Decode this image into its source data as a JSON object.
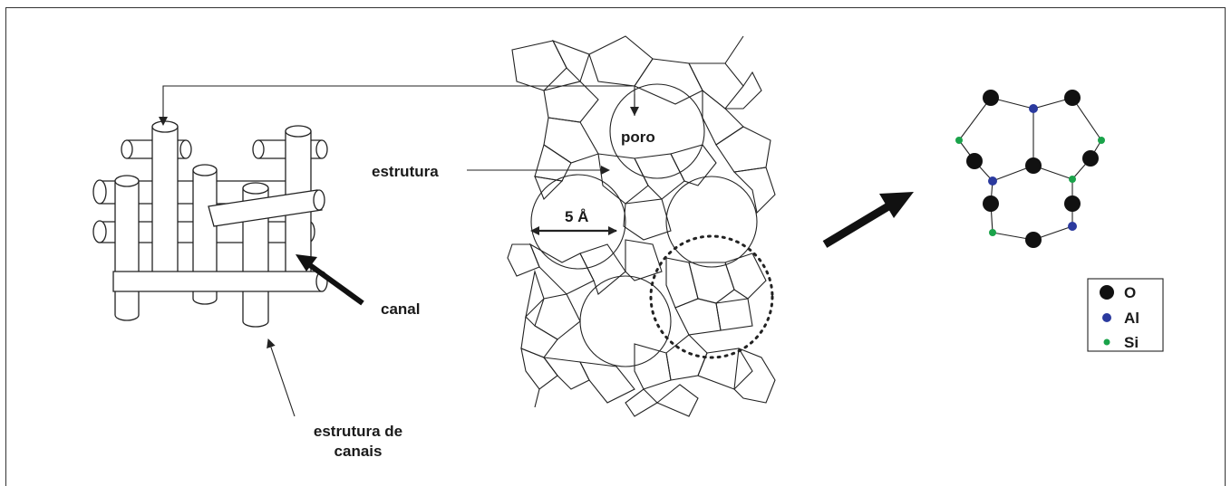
{
  "labels": {
    "poro": "poro",
    "estrutura": "estrutura",
    "pore_size": "5 Å",
    "canal": "canal",
    "channel_structure_line1": "estrutura de",
    "channel_structure_line2": "canais"
  },
  "legend": [
    {
      "symbol": "O",
      "color": "#111111"
    },
    {
      "symbol": "Al",
      "color": "#2b3a9e"
    },
    {
      "symbol": "Si",
      "color": "#1aa34a"
    }
  ],
  "colors": {
    "line": "#222222",
    "oxygen": "#111111",
    "aluminum": "#2b3a9e",
    "silicon": "#1aa34a"
  }
}
